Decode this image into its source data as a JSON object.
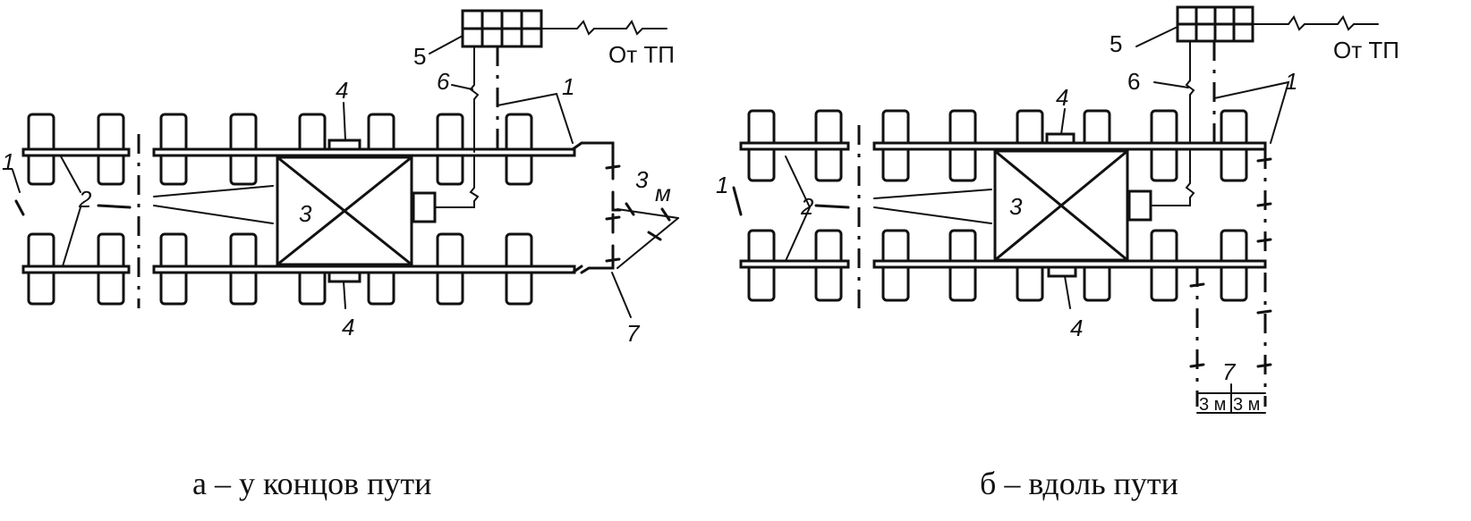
{
  "diagram_a": {
    "caption": "а – у концов пути",
    "source_label": "От ТП",
    "markers": {
      "m1_left": "1",
      "m1_right": "1",
      "m2": "2",
      "m3_center": "3",
      "m3_dist": "3",
      "unit_m": "м",
      "m4_top": "4",
      "m4_bottom": "4",
      "m5": "5",
      "m6": "6",
      "m7": "7"
    }
  },
  "diagram_b": {
    "caption": "б – вдоль пути",
    "source_label": "От ТП",
    "markers": {
      "m1_left": "1",
      "m1_right": "1",
      "m2": "2",
      "m3_center": "3",
      "m4_top": "4",
      "m4_bottom": "4",
      "m5": "5",
      "m6": "6",
      "m7": "7",
      "dim_1": "3 м",
      "dim_2": "3 м"
    }
  }
}
